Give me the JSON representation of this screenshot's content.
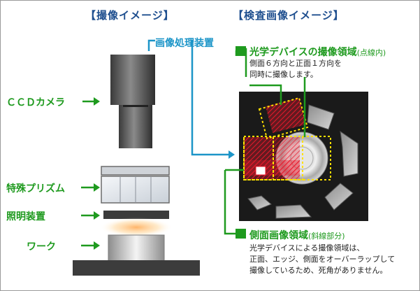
{
  "headings": {
    "imaging_image": "【撮像イメージ】",
    "inspection_image": "【検査画像イメージ】"
  },
  "labels": {
    "image_processing_device": "画像処理装置",
    "ccd_camera": "ＣＣＤカメラ",
    "special_prism": "特殊プリズム",
    "lighting_device": "照明装置",
    "work": "ワーク"
  },
  "optical_device_area": {
    "title": "光学デバイスの撮像領域",
    "note": "(点線内)",
    "description": [
      "側面６方向と正面１方向を",
      "同時に撮像します。"
    ]
  },
  "side_image_area": {
    "title": "側面画像領域",
    "note": "(斜線部分)",
    "description": [
      "光学デバイスによる撮像領域は、",
      "正面、エッジ、側面をオーバーラップして",
      "撮像しているため、死角がありません。"
    ]
  },
  "colors": {
    "heading_blue": "#1f4f8f",
    "label_green": "#1e9a1e",
    "label_blue": "#1c95c8",
    "highlight_yellow": "#ffe000",
    "hatch_red": "#e8192c"
  }
}
